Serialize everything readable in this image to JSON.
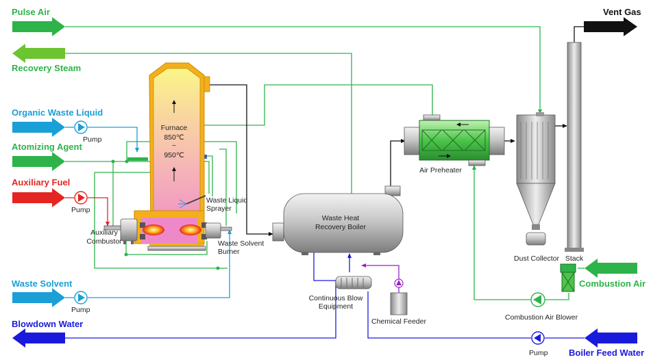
{
  "streams": {
    "pulse_air": "Pulse Air",
    "recovery_steam": "Recovery Steam",
    "organic_waste_liquid": "Organic Waste Liquid",
    "atomizing_agent": "Atomizing Agent",
    "auxiliary_fuel": "Auxiliary Fuel",
    "waste_solvent": "Waste Solvent",
    "blowdown_water": "Blowdown Water",
    "vent_gas": "Vent Gas",
    "combustion_air": "Combustion Air",
    "boiler_feed_water": "Boiler Feed Water"
  },
  "equipment": {
    "furnace_name": "Furnace",
    "furnace_temp_high": "850℃",
    "furnace_temp_tilde": "~",
    "furnace_temp_low": "950℃",
    "waste_liquid_sprayer_1": "Waste Liquid",
    "waste_liquid_sprayer_2": "Sprayer",
    "auxiliary_combustor_1": "Auxiliary",
    "auxiliary_combustor_2": "Combustor",
    "waste_solvent_burner_1": "Waste Solvent",
    "waste_solvent_burner_2": "Burner",
    "waste_heat_boiler_1": "Waste Heat",
    "waste_heat_boiler_2": "Recovery Boiler",
    "air_preheater": "Air Preheater",
    "dust_collector": "Dust Collector",
    "stack": "Stack",
    "continuous_blow_1": "Continuous Blow",
    "continuous_blow_2": "Equipment",
    "chemical_feeder": "Chemical Feeder",
    "combustion_air_blower": "Combustion Air Blower",
    "pump_organic": "Pump",
    "pump_fuel": "Pump",
    "pump_solvent": "Pump",
    "pump_feedwater": "Pump"
  },
  "colors": {
    "green": "#2db34a",
    "cyan": "#1a9fd6",
    "red": "#e52521",
    "blue": "#1a1adc",
    "black": "#111111",
    "purple": "#9a22c8",
    "furnace_shell": "#f3b01c"
  }
}
